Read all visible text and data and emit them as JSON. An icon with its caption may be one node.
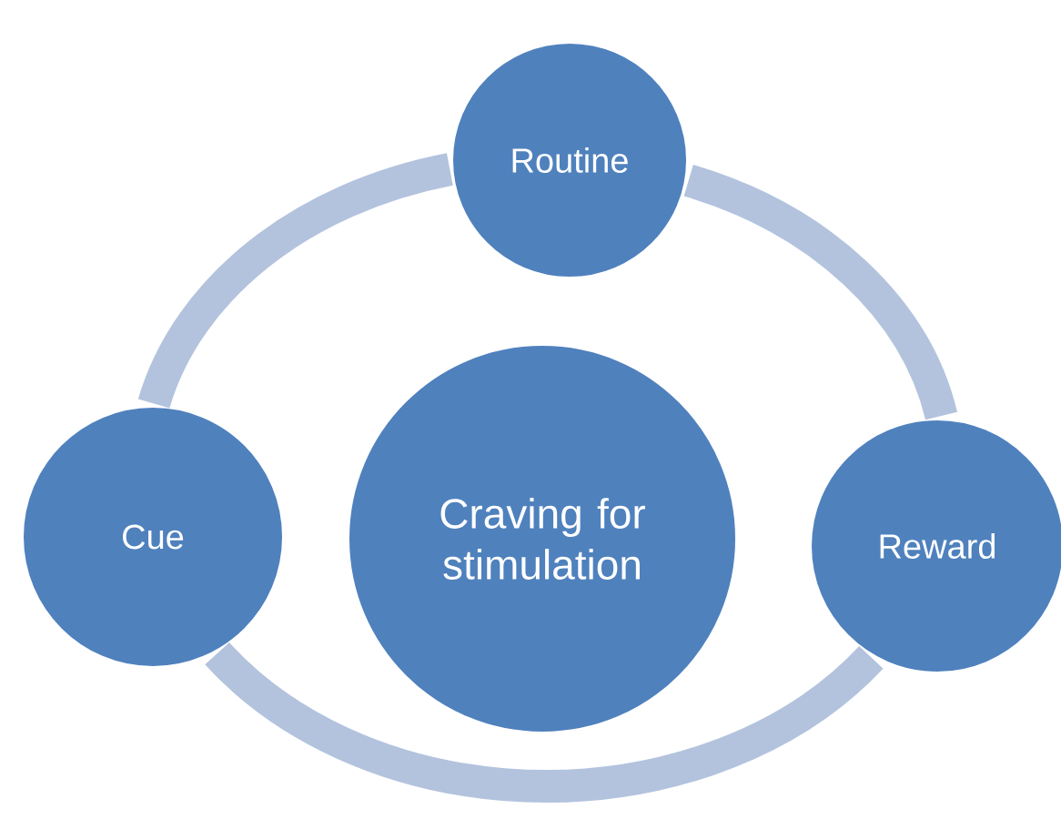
{
  "diagram": {
    "nodes": [
      {
        "text": [
          "Routine"
        ]
      },
      {
        "text": [
          "Cue"
        ]
      },
      {
        "text": [
          "Craving for stimulation"
        ]
      },
      {
        "text": [
          "Reward"
        ]
      }
    ],
    "edges": [
      {
        "from": 1,
        "to": 0,
        "arrow": "none"
      },
      {
        "from": 0,
        "to": 3,
        "arrow": "none"
      },
      {
        "from": 3,
        "to": 1,
        "arrow": "none"
      }
    ]
  }
}
